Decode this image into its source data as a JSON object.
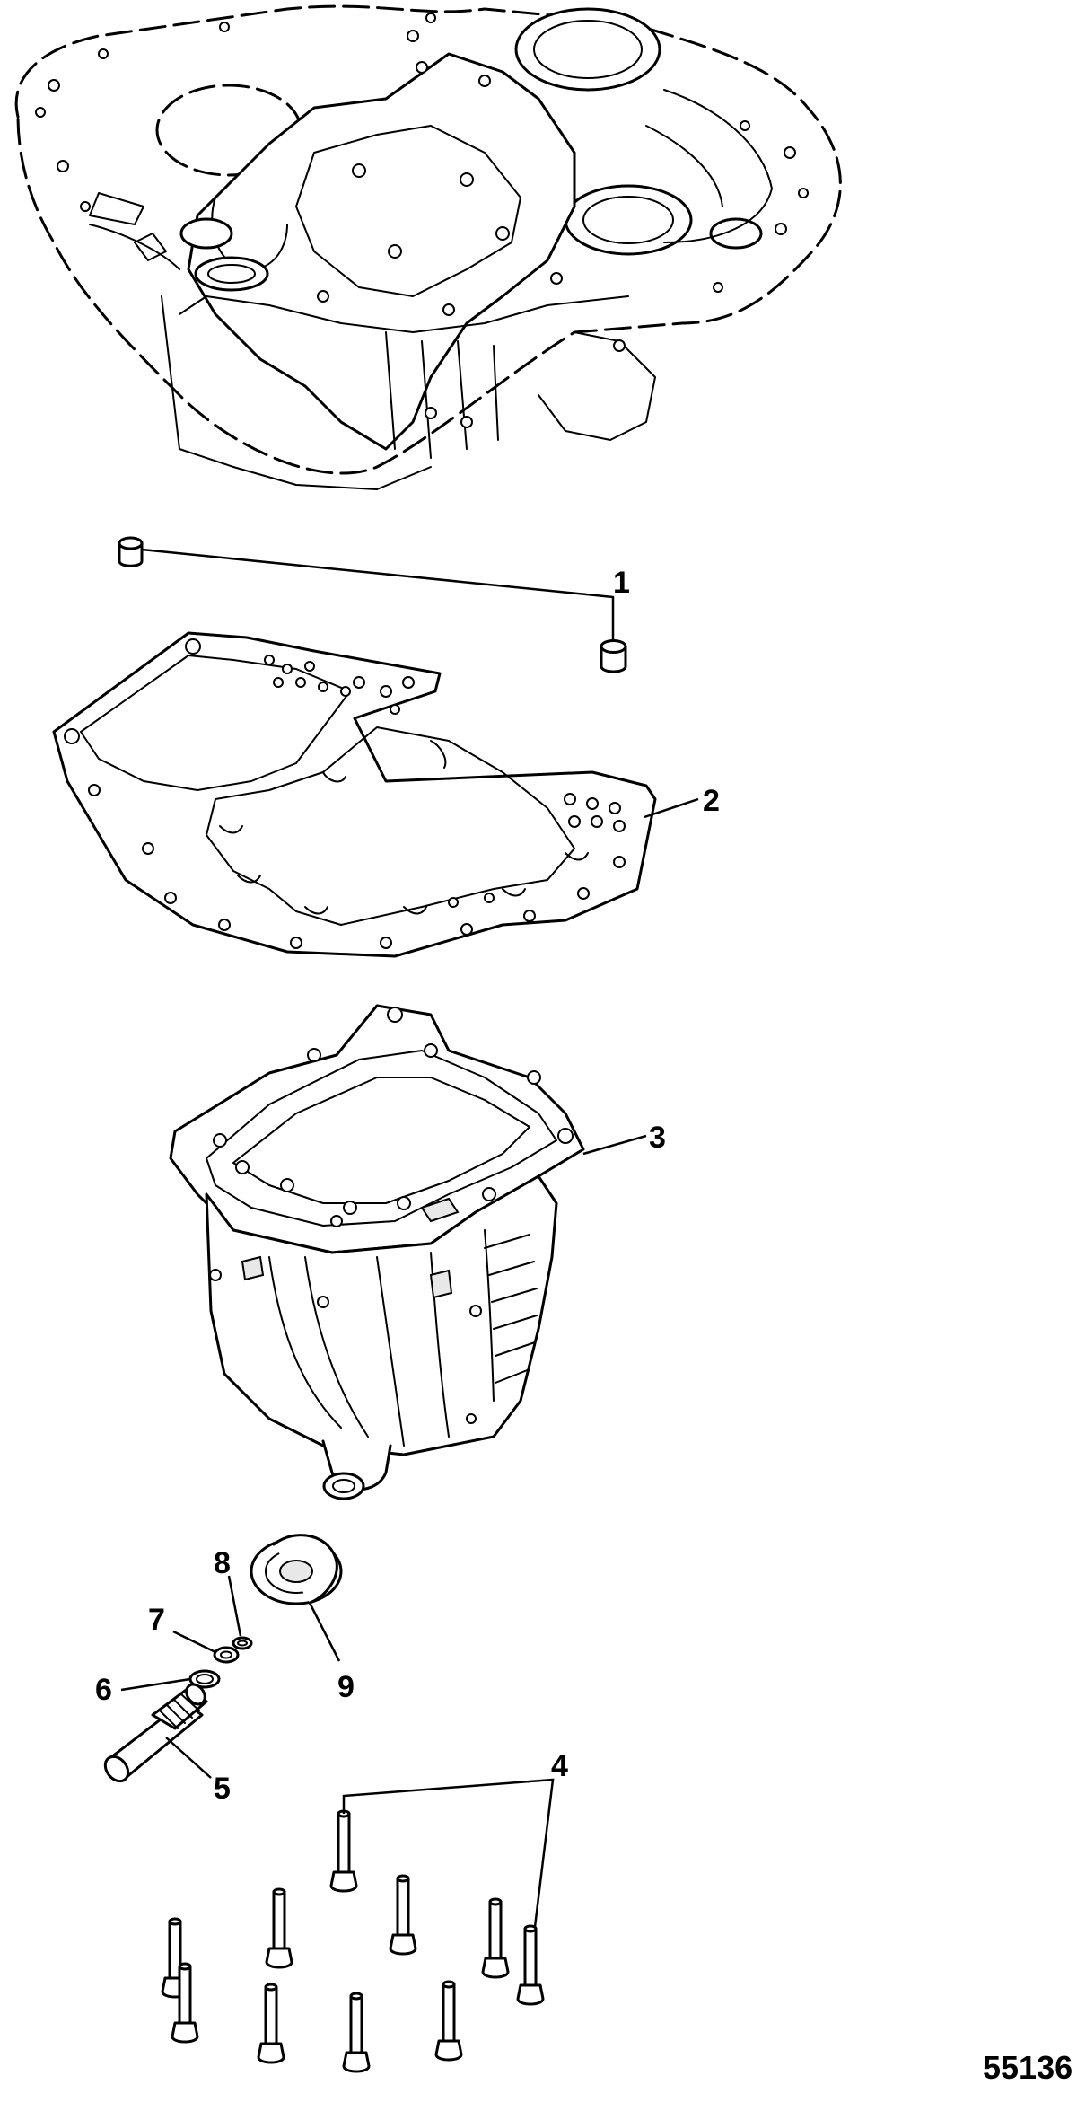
{
  "callouts": {
    "c1": "1",
    "c2": "2",
    "c3": "3",
    "c4": "4",
    "c5": "5",
    "c6": "6",
    "c7": "7",
    "c8": "8",
    "c9": "9"
  },
  "figure_number": "55136",
  "colors": {
    "line": "#000000",
    "background": "#ffffff"
  }
}
